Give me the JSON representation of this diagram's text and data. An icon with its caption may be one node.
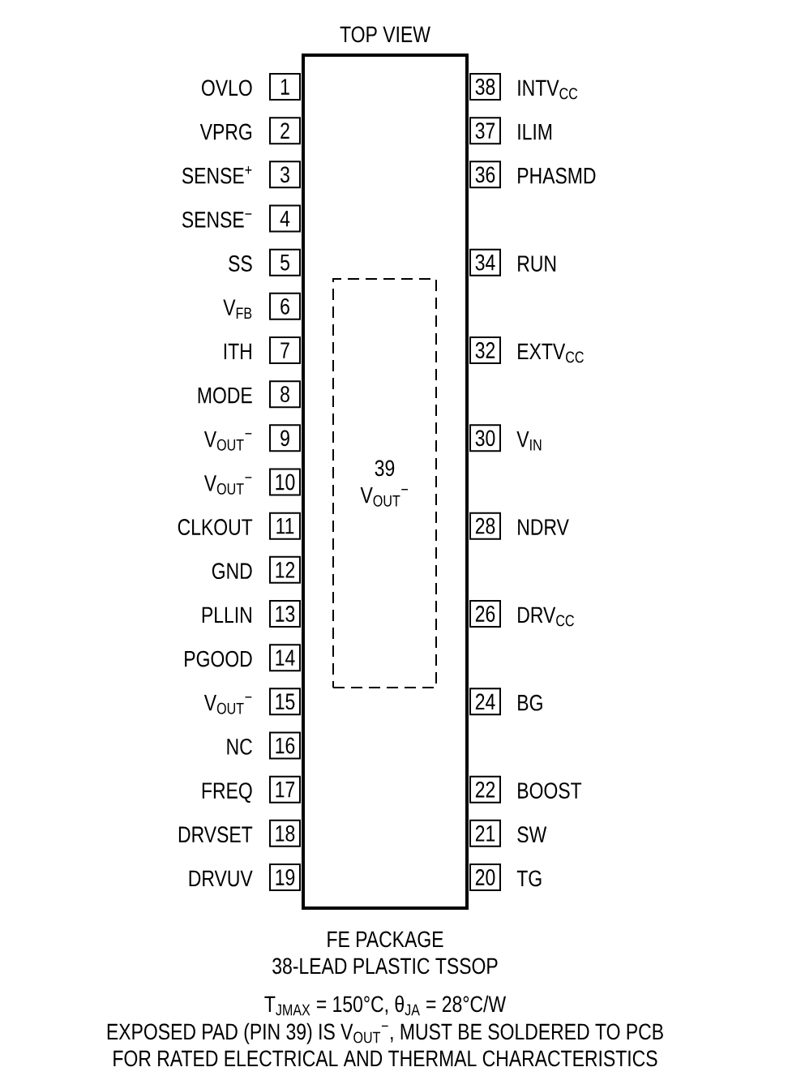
{
  "diagram": {
    "title": "TOP VIEW",
    "nodes": [
      {
        "text": [],
        "shape": "box"
      },
      {
        "text": [
          "39",
          "V$_{OUT}$$^{−}$"
        ],
        "in": 0
      },
      {
        "text": [
          "1"
        ],
        "beside": [
          "OVLO"
        ]
      },
      {
        "text": [
          "2"
        ],
        "beside": [
          "VPRG"
        ]
      },
      {
        "text": [
          "3"
        ],
        "beside": [
          "SENSE$^{+}$"
        ]
      },
      {
        "text": [
          "4"
        ],
        "beside": [
          "SENSE$^{−}$"
        ]
      },
      {
        "text": [
          "5"
        ],
        "beside": [
          "SS"
        ]
      },
      {
        "text": [
          "6"
        ],
        "beside": [
          "V$_{FB}$"
        ]
      },
      {
        "text": [
          "7"
        ],
        "beside": [
          "ITH"
        ]
      },
      {
        "text": [
          "8"
        ],
        "beside": [
          "MODE"
        ]
      },
      {
        "text": [
          "9"
        ],
        "beside": [
          "V$_{OUT}$$^{−}$"
        ]
      },
      {
        "text": [
          "10"
        ],
        "beside": [
          "V$_{OUT}$$^{−}$"
        ]
      },
      {
        "text": [
          "11"
        ],
        "beside": [
          "CLKOUT"
        ]
      },
      {
        "text": [
          "12"
        ],
        "beside": [
          "GND"
        ]
      },
      {
        "text": [
          "13"
        ],
        "beside": [
          "PLLIN"
        ]
      },
      {
        "text": [
          "14"
        ],
        "beside": [
          "PGOOD"
        ]
      },
      {
        "text": [
          "15"
        ],
        "beside": [
          "V$_{OUT}$$^{−}$"
        ]
      },
      {
        "text": [
          "16"
        ],
        "beside": [
          "NC"
        ]
      },
      {
        "text": [
          "17"
        ],
        "beside": [
          "FREQ"
        ]
      },
      {
        "text": [
          "18"
        ],
        "beside": [
          "DRVSET"
        ]
      },
      {
        "text": [
          "19"
        ],
        "beside": [
          "DRVUV"
        ]
      },
      {
        "text": [
          "38"
        ],
        "beside": [
          "INTV$_{CC}$"
        ]
      },
      {
        "text": [
          "37"
        ],
        "beside": [
          "ILIM"
        ]
      },
      {
        "text": [
          "36"
        ],
        "beside": [
          "PHASMD"
        ]
      },
      {
        "text": [
          "34"
        ],
        "beside": [
          "RUN"
        ]
      },
      {
        "text": [
          "32"
        ],
        "beside": [
          "EXTV$_{CC}$"
        ]
      },
      {
        "text": [
          "30"
        ],
        "beside": [
          "V$_{IN}$"
        ]
      },
      {
        "text": [
          "28"
        ],
        "beside": [
          "NDRV"
        ]
      },
      {
        "text": [
          "26"
        ],
        "beside": [
          "DRV$_{CC}$"
        ]
      },
      {
        "text": [
          "24"
        ],
        "beside": [
          "BG"
        ]
      },
      {
        "text": [
          "22"
        ],
        "beside": [
          "BOOST"
        ]
      },
      {
        "text": [
          "21"
        ],
        "beside": [
          "SW"
        ]
      },
      {
        "text": [
          "20"
        ],
        "beside": [
          "TG"
        ]
      }
    ],
    "labels": [
      "FE PACKAGE",
      "38-LEAD PLASTIC TSSOP",
      "T$_{JMAX}$ = 150°C, θ$_{JA}$ = 28°C/W",
      "EXPOSED PAD (PIN 39) IS V$_{OUT}$$^{−}$, MUST BE SOLDERED TO PCB",
      "FOR RATED ELECTRICAL AND THERMAL CHARACTERISTICS"
    ]
  }
}
